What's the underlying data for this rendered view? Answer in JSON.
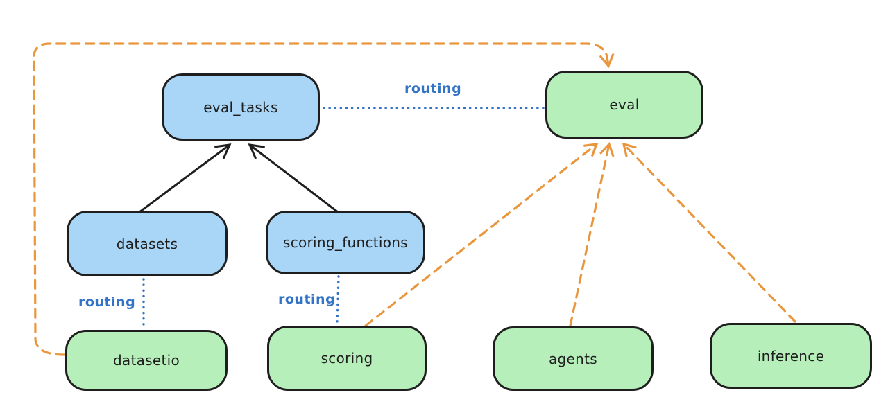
{
  "diagram": {
    "title": "",
    "colors": {
      "blue_fill": "#a9d6f7",
      "green_fill": "#b7efbb",
      "stroke": "#1e1e1e",
      "routing_blue": "#3273c6",
      "orange": "#e9973e",
      "bg": "#ffffff"
    },
    "nodes": [
      {
        "id": "eval_tasks",
        "label": "eval_tasks",
        "color": "blue"
      },
      {
        "id": "eval",
        "label": "eval",
        "color": "green"
      },
      {
        "id": "datasets",
        "label": "datasets",
        "color": "blue"
      },
      {
        "id": "scoring_functions",
        "label": "scoring_functions",
        "color": "blue"
      },
      {
        "id": "datasetio",
        "label": "datasetio",
        "color": "green"
      },
      {
        "id": "scoring",
        "label": "scoring",
        "color": "green"
      },
      {
        "id": "agents",
        "label": "agents",
        "color": "green"
      },
      {
        "id": "inference",
        "label": "inference",
        "color": "green"
      }
    ],
    "edges": [
      {
        "from": "datasets",
        "to": "eval_tasks",
        "style": "solid",
        "color": "black",
        "arrow": true,
        "label": ""
      },
      {
        "from": "scoring_functions",
        "to": "eval_tasks",
        "style": "solid",
        "color": "black",
        "arrow": true,
        "label": ""
      },
      {
        "from": "eval_tasks",
        "to": "eval",
        "style": "dotted",
        "color": "blue",
        "arrow": false,
        "label": "routing"
      },
      {
        "from": "datasets",
        "to": "datasetio",
        "style": "dotted",
        "color": "blue",
        "arrow": false,
        "label": "routing"
      },
      {
        "from": "scoring_functions",
        "to": "scoring",
        "style": "dotted",
        "color": "blue",
        "arrow": false,
        "label": "routing"
      },
      {
        "from": "datasetio",
        "to": "eval",
        "style": "dashed",
        "color": "orange",
        "arrow": true,
        "label": ""
      },
      {
        "from": "scoring",
        "to": "eval",
        "style": "dashed",
        "color": "orange",
        "arrow": true,
        "label": ""
      },
      {
        "from": "agents",
        "to": "eval",
        "style": "dashed",
        "color": "orange",
        "arrow": true,
        "label": ""
      },
      {
        "from": "inference",
        "to": "eval",
        "style": "dashed",
        "color": "orange",
        "arrow": true,
        "label": ""
      }
    ]
  }
}
